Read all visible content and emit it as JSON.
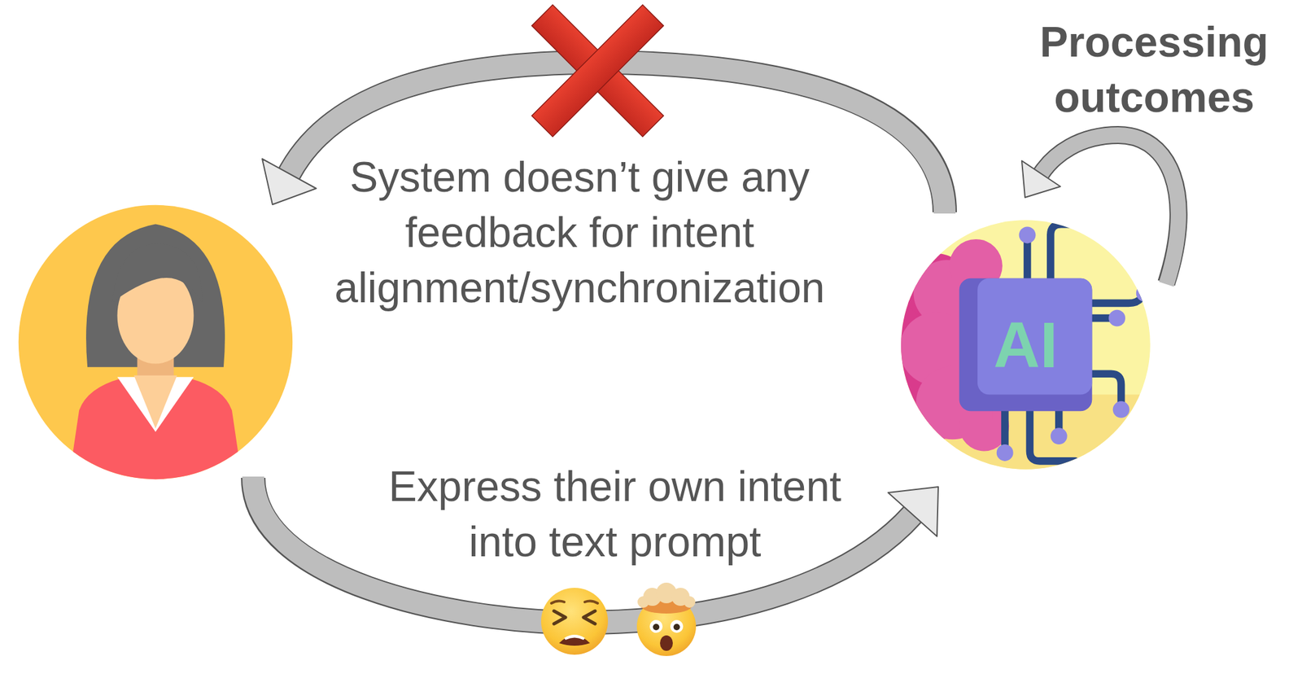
{
  "diagram": {
    "labels": [
      "Processing outcomes",
      "System doesn’t give any feedback for intent alignment/synchronization",
      "AI",
      "Express their own intent into text prompt"
    ]
  }
}
